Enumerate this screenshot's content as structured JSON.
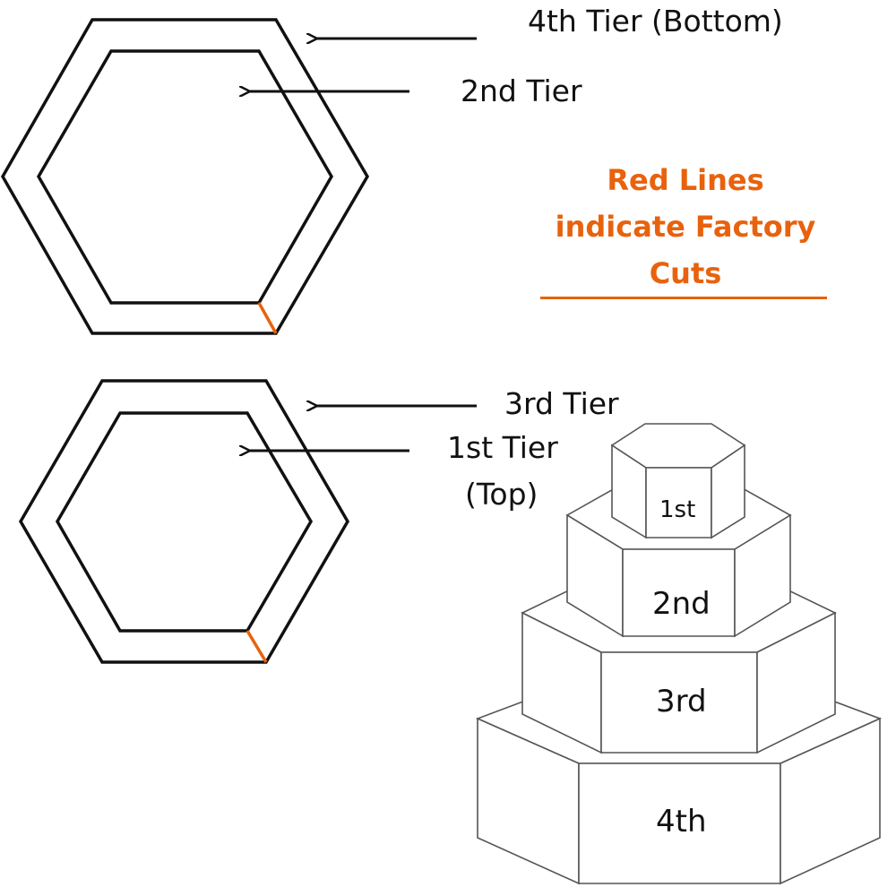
{
  "labels": {
    "fourth_tier": "4th Tier (Bottom)",
    "second_tier": "2nd Tier",
    "third_tier": "3rd Tier",
    "first_tier_line1": "1st Tier",
    "first_tier_line2": "(Top)"
  },
  "note": {
    "line1": "Red Lines",
    "line2": "indicate Factory",
    "line3": "Cuts"
  },
  "cake": {
    "tier1": "1st",
    "tier2": "2nd",
    "tier3": "3rd",
    "tier4": "4th"
  },
  "colors": {
    "outline": "#111111",
    "cut": "#e8620e",
    "cake_line": "#555555"
  }
}
